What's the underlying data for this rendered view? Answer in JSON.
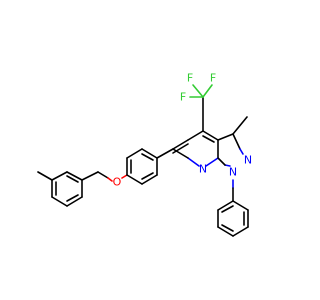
{
  "molecule": {
    "atoms": {
      "F1": "F",
      "F2": "F",
      "F3": "F",
      "N_pyrazole": "N",
      "N1": "N",
      "N_pyridine": "N",
      "O": "O"
    },
    "colors": {
      "carbon": "#000000",
      "nitrogen": "#0000ff",
      "oxygen": "#ff0000",
      "fluorine": "#33cc33"
    }
  }
}
